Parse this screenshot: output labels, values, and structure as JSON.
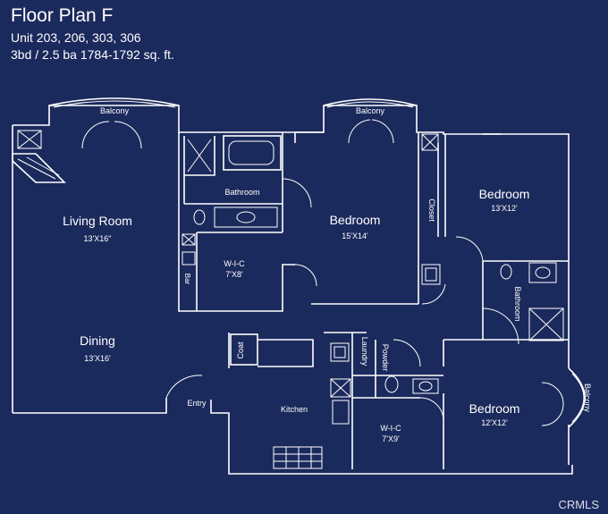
{
  "header": {
    "title": "Floor Plan F",
    "units": "Unit 203, 206, 303, 306",
    "summary": "3bd / 2.5 ba 1784-1792 sq. ft."
  },
  "rooms": {
    "living_room": {
      "name": "Living Room",
      "size": "13'X16\""
    },
    "dining": {
      "name": "Dining",
      "size": "13'X16'"
    },
    "balcony_left": {
      "name": "Balcony"
    },
    "balcony_mid": {
      "name": "Balcony"
    },
    "balcony_right": {
      "name": "Balcony"
    },
    "bathroom_1": {
      "name": "Bathroom"
    },
    "wic_1": {
      "name": "W-I-C",
      "size": "7'X8'"
    },
    "bar": {
      "name": "Bar"
    },
    "bedroom_1": {
      "name": "Bedroom",
      "size": "15'X14'"
    },
    "closet": {
      "name": "Closet"
    },
    "bedroom_2": {
      "name": "Bedroom",
      "size": "13'X12'"
    },
    "bathroom_2": {
      "name": "Bathroom"
    },
    "coat": {
      "name": "Coat"
    },
    "laundry": {
      "name": "Laundry"
    },
    "powder": {
      "name": "Powder"
    },
    "entry": {
      "name": "Entry"
    },
    "kitchen": {
      "name": "Kitchen"
    },
    "wic_2": {
      "name": "W-I-C",
      "size": "7'X9'"
    },
    "bedroom_3": {
      "name": "Bedroom",
      "size": "12'X12'"
    }
  },
  "watermark": "CRMLS"
}
